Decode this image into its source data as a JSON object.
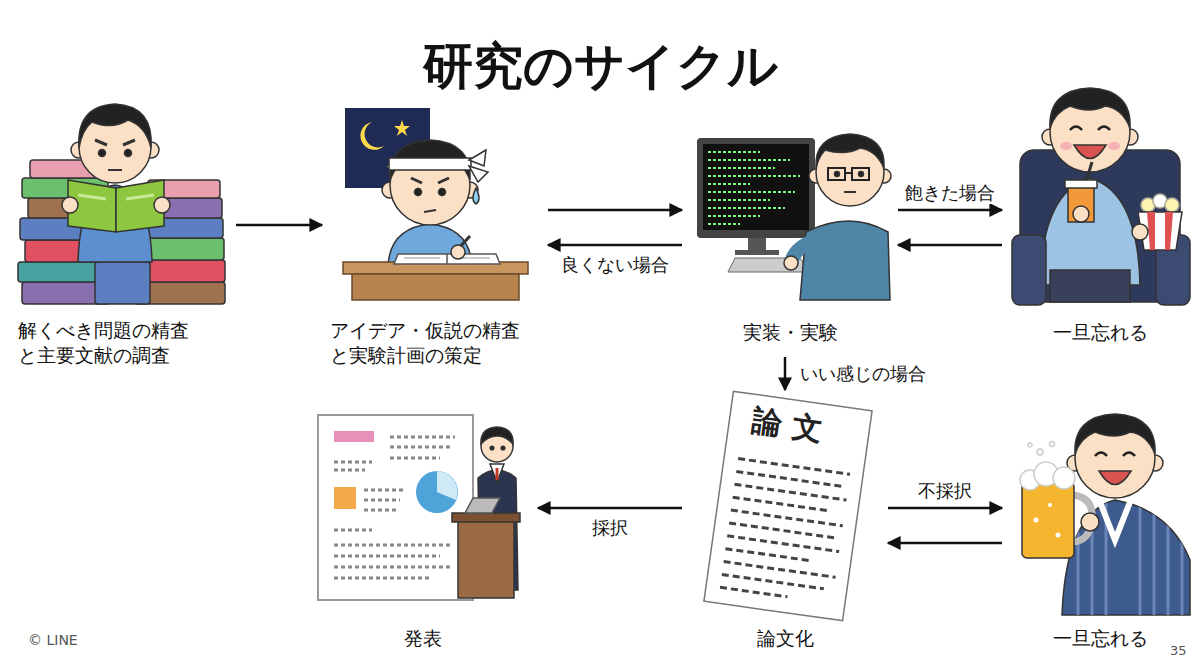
{
  "diagram": {
    "title": "研究のサイクル",
    "nodes": [
      {
        "text": [
          "解くべき問題の精査 と主要文献の調査"
        ]
      },
      {
        "text": [
          "アイデア・仮説の精査 と実験計画の策定"
        ]
      },
      {
        "text": [
          "実装・実験"
        ]
      },
      {
        "text": [
          "一旦忘れる"
        ]
      },
      {
        "text": [
          "発表"
        ]
      },
      {
        "text": [
          "論文化"
        ]
      },
      {
        "text": [
          "一旦忘れる"
        ]
      }
    ],
    "edges": [
      {
        "from": 0,
        "to": 1,
        "arrow": "to"
      },
      {
        "from": 1,
        "to": 2,
        "arrow": "to"
      },
      {
        "from": 2,
        "to": 1,
        "arrow": "to",
        "label": "良くない場合"
      },
      {
        "from": 2,
        "to": 3,
        "arrow": "to",
        "label": "飽きた場合"
      },
      {
        "from": 3,
        "to": 2,
        "arrow": "to"
      },
      {
        "from": 2,
        "to": 5,
        "arrow": "to",
        "label": "いい感じの場合"
      },
      {
        "from": 5,
        "to": 6,
        "arrow": "to",
        "label": "不採択"
      },
      {
        "from": 6,
        "to": 5,
        "arrow": "to"
      },
      {
        "from": 5,
        "to": 4,
        "arrow": "to",
        "label": "採択"
      }
    ],
    "labels": [
      "論文",
      "© LINE",
      "35"
    ]
  }
}
